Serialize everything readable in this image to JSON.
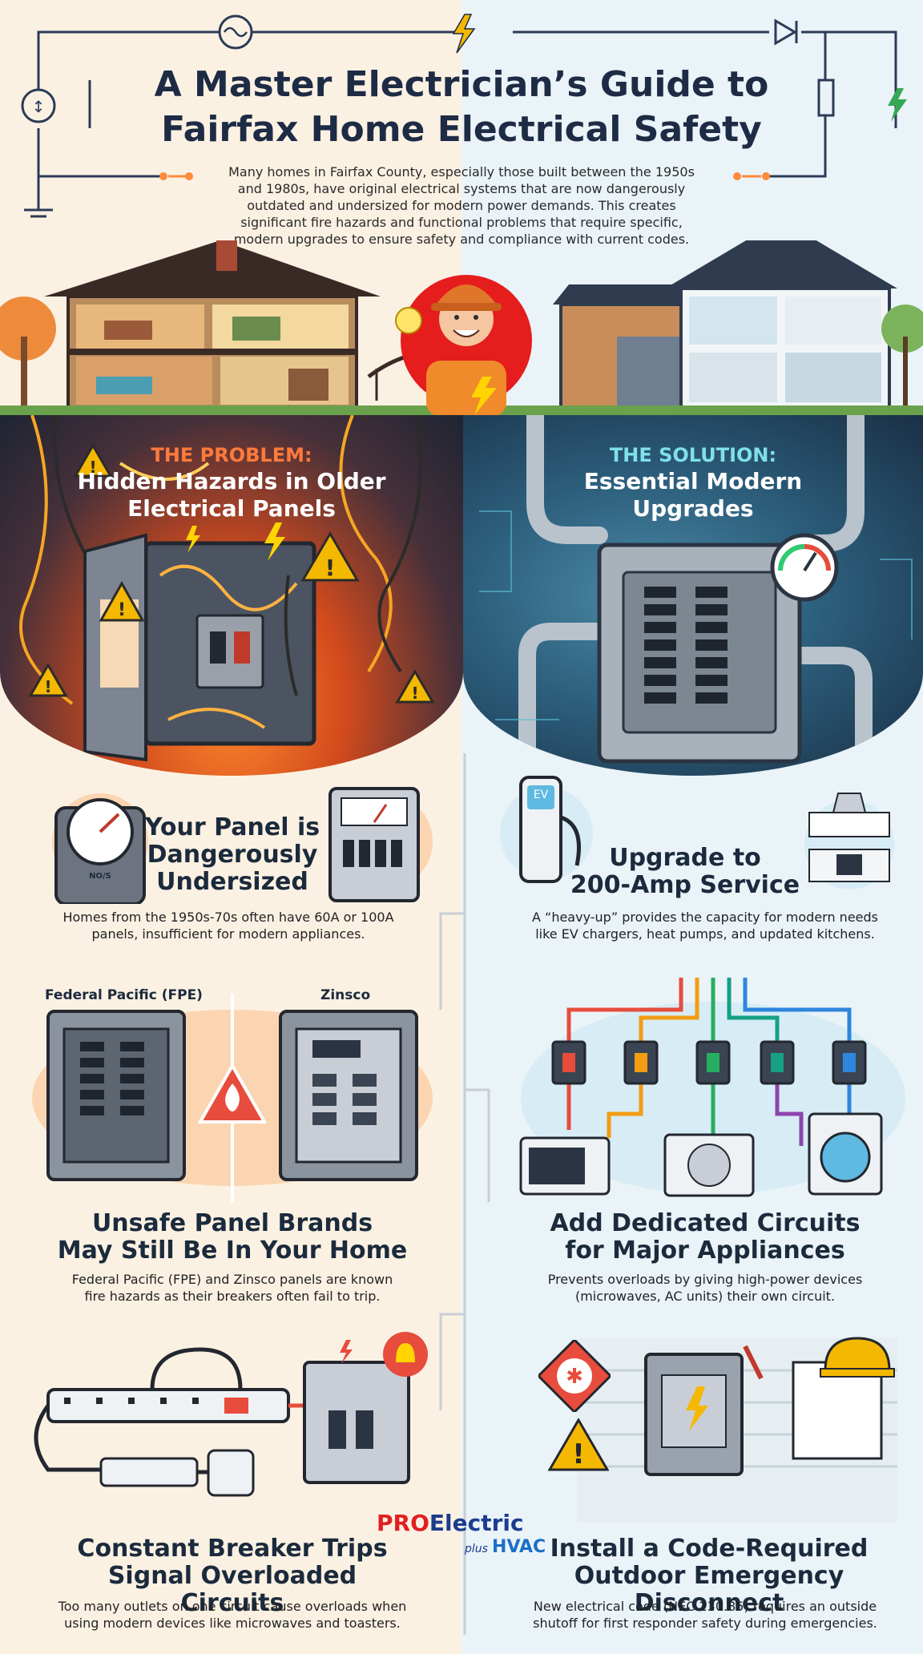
{
  "header": {
    "title_line1": "A Master Electrician’s Guide to",
    "title_line2": "Fairfax Home Electrical Safety",
    "intro": "Many homes in Fairfax County, especially those built between the 1950s and 1980s, have original electrical systems that are now dangerously outdated and undersized for modern power demands. This creates significant fire hazards and functional problems that require specific, modern upgrades to ensure safety and compliance with current codes."
  },
  "problem": {
    "kicker": "THE PROBLEM:",
    "headline_line1": "Hidden Hazards in Older",
    "headline_line2": "Electrical Panels"
  },
  "solution": {
    "kicker": "THE SOLUTION:",
    "headline_line1": "Essential Modern",
    "headline_line2": "Upgrades"
  },
  "features": {
    "undersized": {
      "title_line1": "Your Panel is",
      "title_line2": "Dangerously",
      "title_line3": "Undersized",
      "text": "Homes from the 1950s-70s often have 60A or 100A panels, insufficient for modern appliances.",
      "meter_label": "NO/S"
    },
    "upgrade200": {
      "title_line1": "Upgrade to",
      "title_line2": "200-Amp Service",
      "text": "A “heavy-up” provides the capacity for modern needs like EV chargers, heat pumps, and updated kitchens.",
      "ev_label": "EV"
    },
    "brands": {
      "label_left": "Federal Pacific (FPE)",
      "label_right": "Zinsco",
      "title_line1": "Unsafe Panel Brands",
      "title_line2": "May Still Be In Your Home",
      "text": "Federal Pacific (FPE) and Zinsco panels are known fire hazards as their breakers often fail to trip."
    },
    "dedicated": {
      "title_line1": "Add Dedicated Circuits",
      "title_line2": "for Major Appliances",
      "text": "Prevents overloads by giving high-power devices (microwaves, AC units) their own circuit."
    },
    "trips": {
      "title_line1": "Constant Breaker Trips",
      "title_line2": "Signal Overloaded Circuits",
      "text": "Too many outlets on one circuit cause overloads when using modern devices like microwaves and toasters."
    },
    "disconnect": {
      "title_line1": "Install a Code-Required",
      "title_line2": "Outdoor Emergency Disconnect",
      "text": "New electrical code (NEC 230.85) requires an outside shutoff for first responder safety during emergencies."
    }
  },
  "logo": {
    "pro": "PRO",
    "electric": "Electric",
    "plus": "plus",
    "hvac": "HVAC"
  },
  "colors": {
    "navy": "#1d2b45",
    "problem_orange": "#ff7a3c",
    "solution_teal": "#7fe0ea",
    "warning_yellow": "#f5b800",
    "logo_blue": "#1c3d8f",
    "logo_red": "#e02020"
  }
}
